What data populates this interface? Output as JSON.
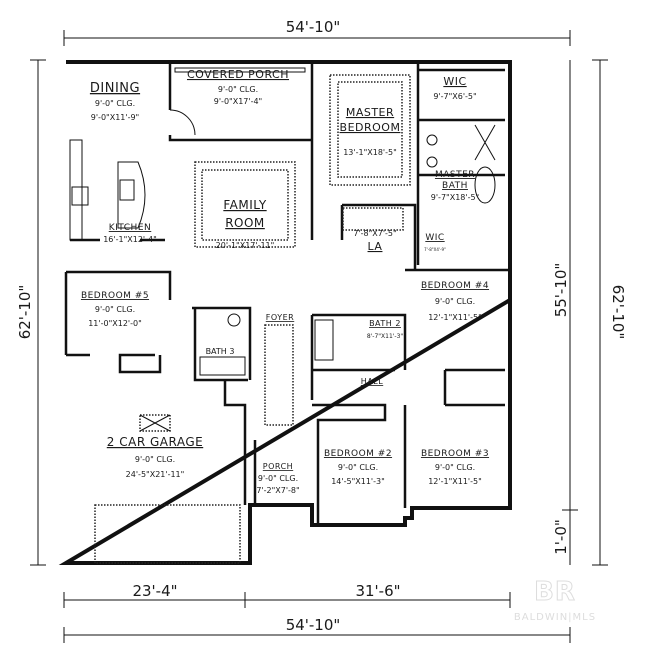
{
  "dimensions": {
    "top_overall": "54'-10\"",
    "bottom_overall": "54'-10\"",
    "bottom_left": "23'-4\"",
    "bottom_right": "31'-6\"",
    "left_overall": "62'-10\"",
    "right_overall": "62'-10\"",
    "right_main": "55'-10\"",
    "right_porch": "1'-0\""
  },
  "rooms": {
    "dining": {
      "name": "DINING",
      "ceiling": "9'-0\" CLG.",
      "size": "9'-0\"X11'-9\""
    },
    "covered_porch": {
      "name": "COVERED PORCH",
      "ceiling": "9'-0\" CLG.",
      "size": "9'-0\"X17'-4\""
    },
    "family_room": {
      "name_line1": "FAMILY",
      "name_line2": "ROOM",
      "size": "20'-1\"X17'-11\""
    },
    "kitchen": {
      "name": "KITCHEN",
      "size": "16'-1\"X12'-4\""
    },
    "master_bedroom": {
      "name_line1": "MASTER",
      "name_line2": "BEDROOM",
      "size": "13'-1\"X18'-5\""
    },
    "wic_master": {
      "name": "WIC",
      "size": "9'-7\"X6'-5\""
    },
    "master_bath": {
      "name_line1": "MASTER",
      "name_line2": "BATH",
      "size": "9'-7\"X18'-5\""
    },
    "la": {
      "name": "LA",
      "size": "7'-8\"X7'-5\""
    },
    "wic_2": {
      "name": "WIC",
      "size": "7'-8\"X4'-9\""
    },
    "bedroom_5": {
      "name": "BEDROOM #5",
      "ceiling": "9'-0\" CLG.",
      "size": "11'-0\"X12'-0\""
    },
    "bath_3": {
      "name": "BATH 3"
    },
    "foyer": {
      "name": "FOYER"
    },
    "garage": {
      "name": "2 CAR GARAGE",
      "ceiling": "9'-0\" CLG.",
      "size": "24'-5\"X21'-11\""
    },
    "porch": {
      "name": "PORCH",
      "ceiling": "9'-0\" CLG.",
      "size": "7'-2\"X7'-8\""
    },
    "bedroom_4": {
      "name": "BEDROOM #4",
      "ceiling": "9'-0\" CLG.",
      "size": "12'-1\"X11'-5\""
    },
    "bath_2": {
      "name": "BATH 2",
      "size": "8'-7\"X11'-3\""
    },
    "hall": {
      "name": "HALL"
    },
    "bedroom_2": {
      "name": "BEDROOM #2",
      "ceiling": "9'-0\" CLG.",
      "size": "14'-5\"X11'-3\""
    },
    "bedroom_3": {
      "name": "BEDROOM #3",
      "ceiling": "9'-0\" CLG.",
      "size": "12'-1\"X11'-5\""
    }
  },
  "watermark": {
    "logo": "BR",
    "text": "BALDWIN|MLS"
  }
}
